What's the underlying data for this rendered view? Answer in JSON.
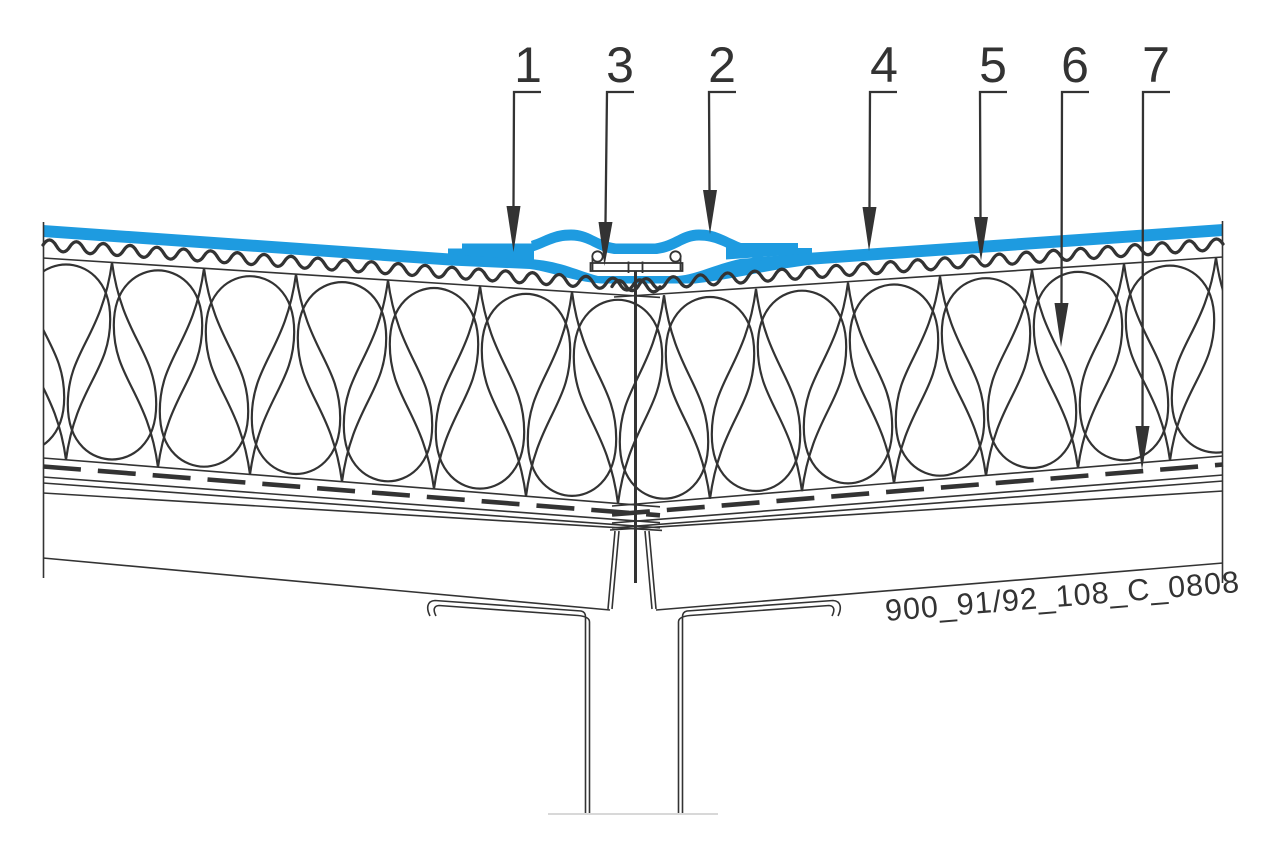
{
  "drawing": {
    "callouts": [
      {
        "number": "1"
      },
      {
        "number": "3"
      },
      {
        "number": "2"
      },
      {
        "number": "4"
      },
      {
        "number": "5"
      },
      {
        "number": "6"
      },
      {
        "number": "7"
      }
    ],
    "reference_code": "900_91/92_108_C_0808",
    "colors": {
      "membrane_blue": "#1E9BE0",
      "line_ink": "#333333",
      "faint_gray": "#CCCCCC"
    }
  }
}
